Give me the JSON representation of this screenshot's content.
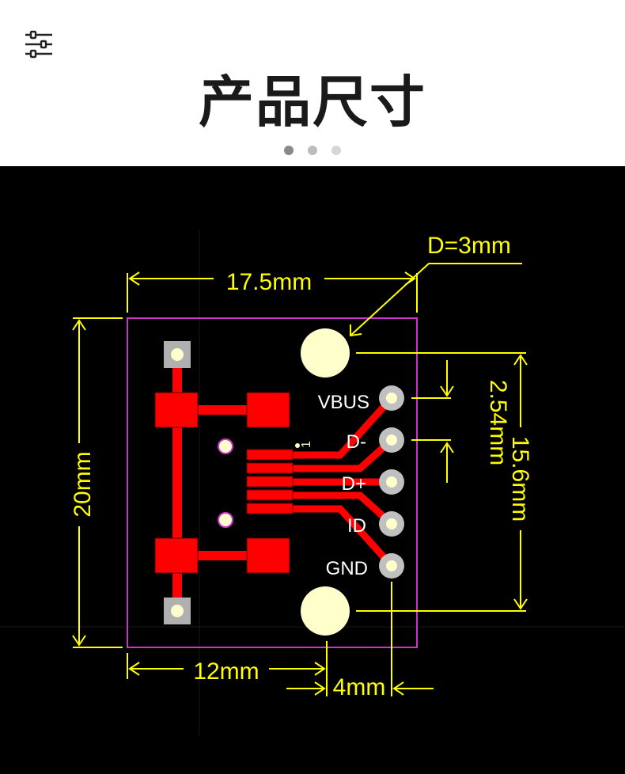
{
  "header": {
    "title": "产品尺寸",
    "menu_icon": "sliders-icon",
    "pagination": {
      "count": 3,
      "active": 0
    }
  },
  "diagram": {
    "dimensions": {
      "hole_diameter": "D=3mm",
      "width": "17.5mm",
      "height": "20mm",
      "pitch": "2.54mm",
      "hole_spacing": "15.6mm",
      "inner_length": "12mm",
      "pin_offset": "4mm"
    },
    "pins": [
      "VBUS",
      "D-",
      "D+",
      "ID",
      "GND"
    ],
    "pin1_marker": "1"
  },
  "colors": {
    "background": "#000000",
    "dimension": "#ffff00",
    "copper": "#ff0000",
    "outline": "#cc33cc",
    "mount_hole": "#ffffcc",
    "pad_ring": "#c0c0c0"
  }
}
